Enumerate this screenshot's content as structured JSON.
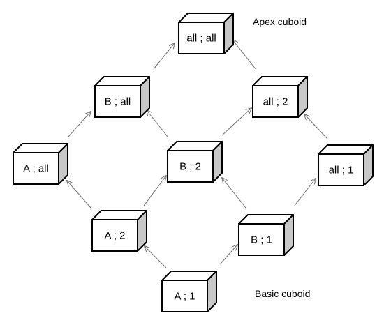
{
  "captions": {
    "apex": "Apex cuboid",
    "basic": "Basic cuboid"
  },
  "cuboids": [
    {
      "id": "all-all",
      "label": "all ; all"
    },
    {
      "id": "b-all",
      "label": "B ; all"
    },
    {
      "id": "all-2",
      "label": "all ; 2"
    },
    {
      "id": "a-all",
      "label": "A ; all"
    },
    {
      "id": "b-2",
      "label": "B ; 2"
    },
    {
      "id": "all-1",
      "label": "all ; 1"
    },
    {
      "id": "a-2",
      "label": "A ; 2"
    },
    {
      "id": "b-1",
      "label": "B ; 1"
    },
    {
      "id": "a-1",
      "label": "A ; 1"
    }
  ],
  "edges": [
    {
      "from": "a-1",
      "to": "a-2"
    },
    {
      "from": "a-1",
      "to": "b-1"
    },
    {
      "from": "a-2",
      "to": "a-all"
    },
    {
      "from": "a-2",
      "to": "b-2"
    },
    {
      "from": "b-1",
      "to": "b-2"
    },
    {
      "from": "b-1",
      "to": "all-1"
    },
    {
      "from": "a-all",
      "to": "b-all"
    },
    {
      "from": "b-2",
      "to": "b-all"
    },
    {
      "from": "b-2",
      "to": "all-2"
    },
    {
      "from": "all-1",
      "to": "all-2"
    },
    {
      "from": "b-all",
      "to": "all-all"
    },
    {
      "from": "all-2",
      "to": "all-all"
    }
  ],
  "colors": {
    "face_front": "#ffffff",
    "face_top": "#ffffff",
    "face_side": "#c8c8c8",
    "outline": "#000000",
    "arrow": "#6e6e6e"
  }
}
